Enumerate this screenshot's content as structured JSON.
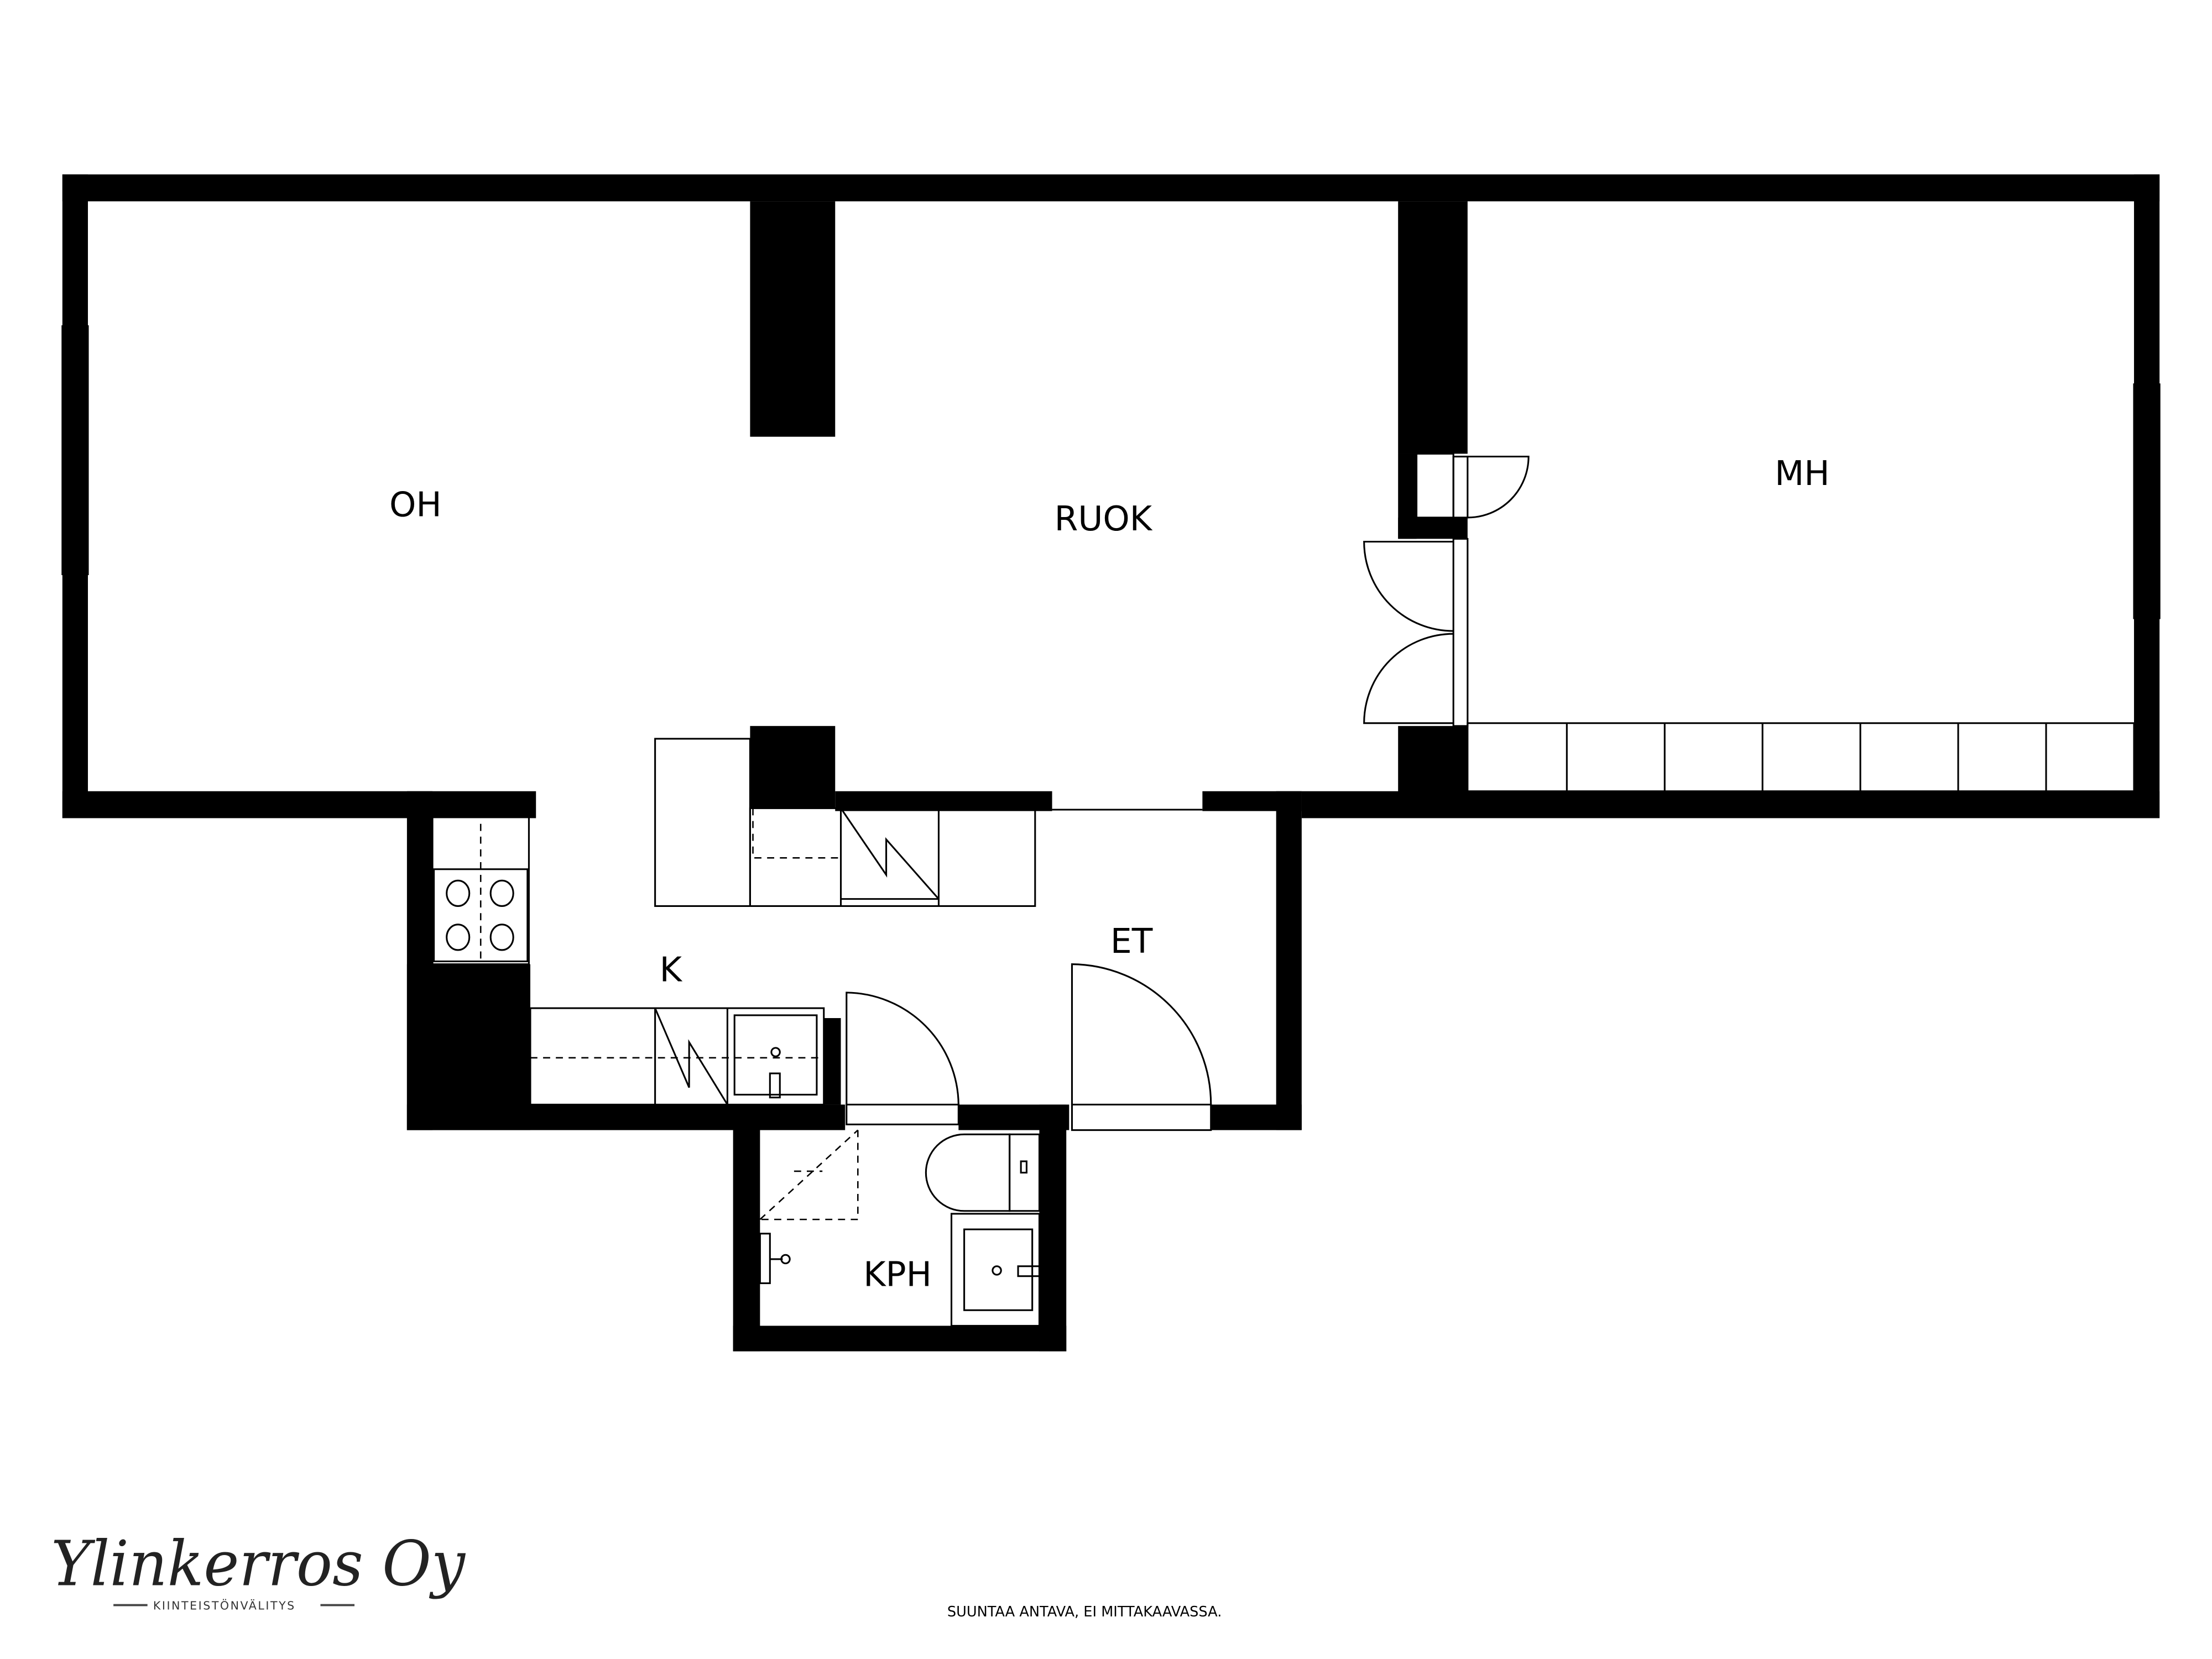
{
  "rooms": {
    "oh": "OH",
    "ruok": "RUOK",
    "mh": "MH",
    "k": "K",
    "et": "ET",
    "kph": "KPH"
  },
  "footer": {
    "disclaimer": "SUUNTAA ANTAVA, EI MITTAKAAVASSA."
  },
  "logo": {
    "name": "Ylinkerros Oy",
    "tagline": "KIINTEISTÖNVÄLITYS"
  }
}
